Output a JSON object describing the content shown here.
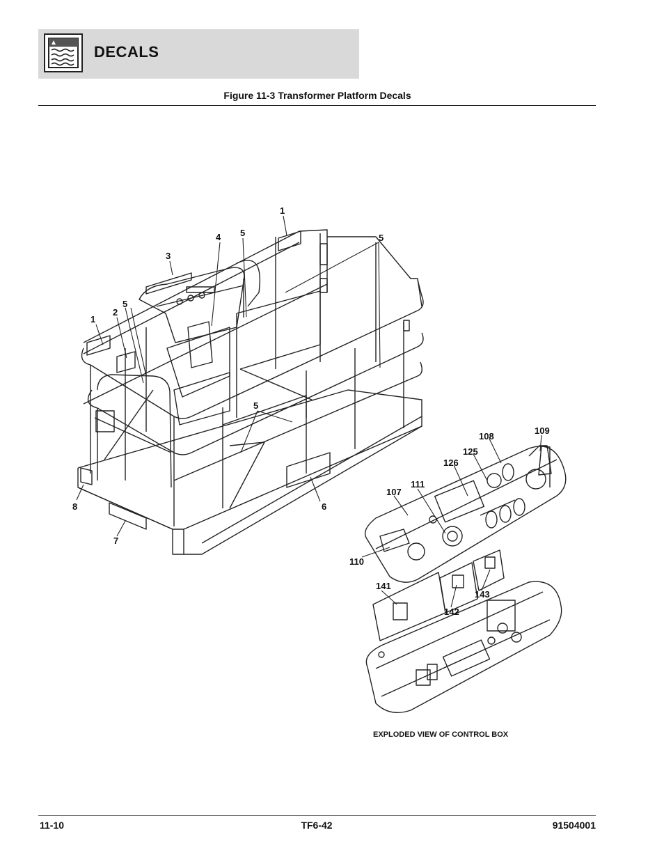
{
  "header": {
    "title": "DECALS",
    "icon": "document-waves-icon"
  },
  "figure": {
    "title": "Figure 11-3 Transformer Platform Decals",
    "caption": "EXPLODED VIEW OF CONTROL BOX",
    "callouts": {
      "c1a": "1",
      "c1b": "1",
      "c2": "2",
      "c3": "3",
      "c4": "4",
      "c5a": "5",
      "c5b": "5",
      "c5c": "5",
      "c5d": "5",
      "c6": "6",
      "c7": "7",
      "c8": "8",
      "c107": "107",
      "c108": "108",
      "c109": "109",
      "c110": "110",
      "c111": "111",
      "c125": "125",
      "c126": "126",
      "c141": "141",
      "c142": "142",
      "c143": "143"
    }
  },
  "footer": {
    "left": "11-10",
    "center": "TF6-42",
    "right": "91504001"
  }
}
